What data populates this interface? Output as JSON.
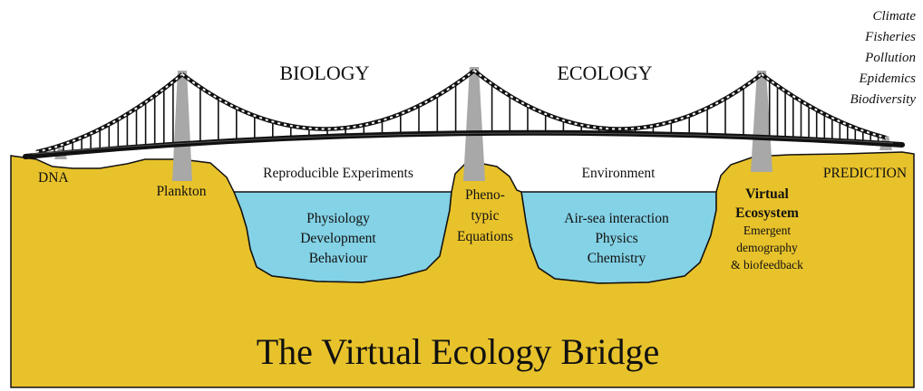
{
  "headings": {
    "left": "BIOLOGY",
    "right": "ECOLOGY"
  },
  "applications": [
    "Climate",
    "Fisheries",
    "Pollution",
    "Epidemics",
    "Biodiversity"
  ],
  "labels": {
    "dna": "DNA",
    "plankton": "Plankton",
    "reproducible": "Reproducible Experiments",
    "environment": "Environment",
    "prediction": "PREDICTION"
  },
  "left_water": [
    "Physiology",
    "Development",
    "Behaviour"
  ],
  "middle_pillar": [
    "Pheno-",
    "typic",
    "Equations"
  ],
  "right_water": [
    "Air-sea interaction",
    "Physics",
    "Chemistry"
  ],
  "virtual": {
    "title_lines": [
      "Virtual",
      "Ecosystem"
    ],
    "sub_lines": [
      "Emergent",
      "demography",
      "& biofeedback"
    ]
  },
  "title": "The Virtual Ecology Bridge",
  "colors": {
    "land": "#E8C22B",
    "water": "#84D2E6",
    "tower": "#A8A8A8",
    "cable": "#111111"
  }
}
